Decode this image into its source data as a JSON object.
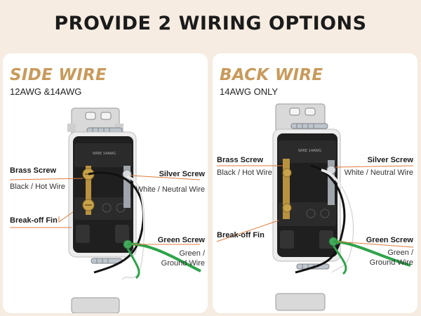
{
  "headline": "PROVIDE 2 WIRING OPTIONS",
  "panels": [
    {
      "title": "SIDE WIRE",
      "subtitle": "12AWG &14AWG",
      "labels": {
        "brass_screw": "Brass Screw",
        "brass_wire": "Black / Hot Wire",
        "silver_screw": "Silver Screw",
        "silver_wire": "White / Neutral Wire",
        "breakoff_fin": "Break-off Fin",
        "green_screw": "Green Screw",
        "green_wire_1": "Green /",
        "green_wire_2": "Ground Wire"
      }
    },
    {
      "title": "BACK WIRE",
      "subtitle": "14AWG ONLY",
      "labels": {
        "brass_screw": "Brass Screw",
        "brass_wire": "Black / Hot Wire",
        "silver_screw": "Silver Screw",
        "silver_wire": "White / Neutral Wire",
        "breakoff_fin": "Break-off Fin",
        "green_screw": "Green Screw",
        "green_wire_1": "Green /",
        "green_wire_2": "Ground Wire"
      }
    }
  ],
  "colors": {
    "background": "#f6ece2",
    "title_accent": "#c99a5b",
    "callout_line": "#e07a3c",
    "device_body": "#1f1f1f",
    "ground_wire": "#2fa34a"
  }
}
